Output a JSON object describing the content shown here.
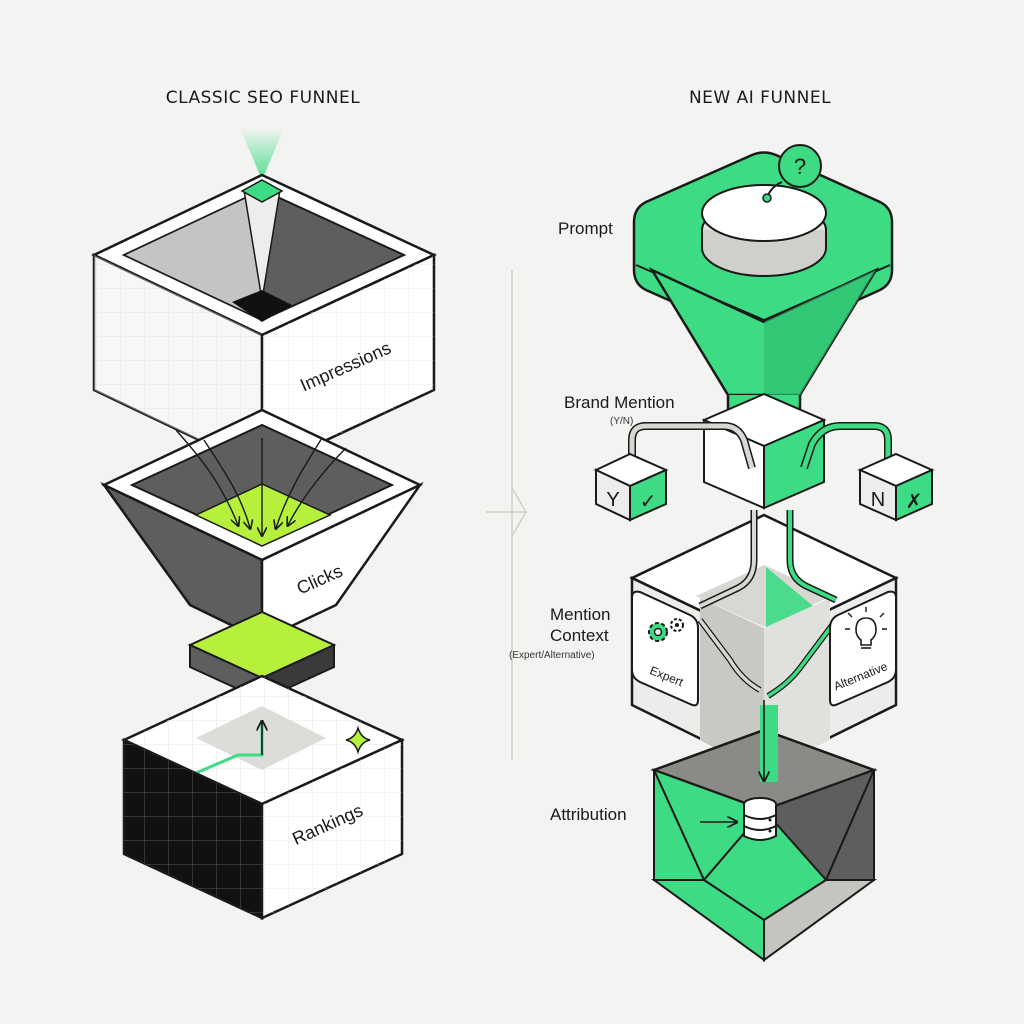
{
  "titles": {
    "left": "CLASSIC SEO FUNNEL",
    "right": "NEW AI FUNNEL"
  },
  "left_funnel": {
    "impressions": "Impressions",
    "clicks": "Clicks",
    "rankings": "Rankings"
  },
  "right_funnel": {
    "prompt": "Prompt",
    "prompt_bubble": "?",
    "brand_mention": "Brand Mention",
    "brand_mention_sub": "(Y/N)",
    "yes_letter": "Y",
    "yes_mark": "✓",
    "no_letter": "N",
    "no_mark": "✗",
    "mention_context_line1": "Mention",
    "mention_context_line2": "Context",
    "mention_context_sub": "(Expert/Alternative)",
    "expert": "Expert",
    "alternative": "Alternative",
    "attribution": "Attribution"
  },
  "colors": {
    "green": "#3ddc84",
    "lime": "#b6f03c",
    "ink": "#1a1a1a",
    "grey": "#6b6b6b",
    "background": "#f3f3f1"
  }
}
